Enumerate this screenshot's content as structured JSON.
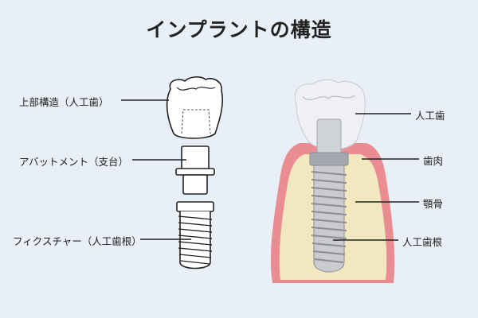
{
  "title": "インプラントの構造",
  "left_labels": {
    "crown": "上部構造（人工歯）",
    "abutment": "アバットメント（支台）",
    "fixture": "フィクスチャー（人工歯根）"
  },
  "right_labels": {
    "artificial_tooth": "人工歯",
    "gum": "歯肉",
    "jawbone": "顎骨",
    "artificial_root": "人工歯根"
  },
  "colors": {
    "background": "#e9eff7",
    "gum": "#e98d92",
    "bone": "#f1e8c0",
    "crown": "#eef0f3",
    "metal": "#a4a7ad"
  }
}
